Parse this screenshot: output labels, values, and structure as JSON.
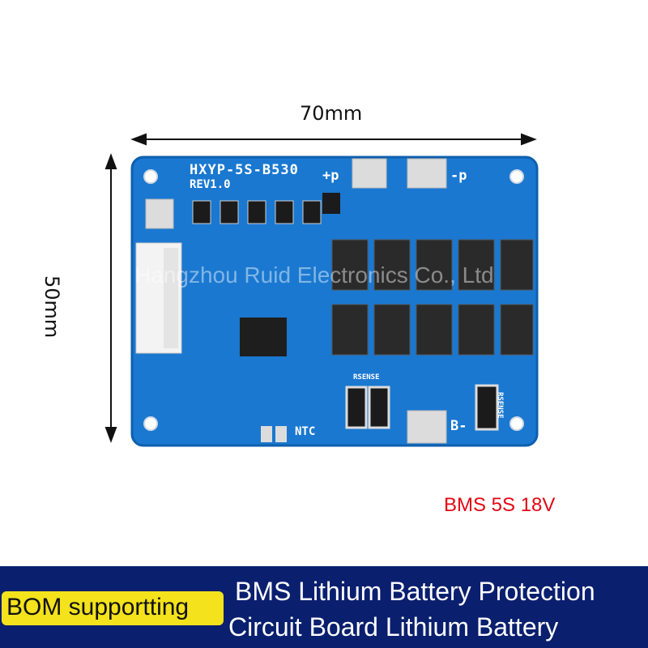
{
  "dimensions": {
    "width_label": "70mm",
    "height_label": "50mm"
  },
  "board": {
    "model": "HXYP-5S-B530",
    "revision": "REV1.0",
    "pad_p_plus": "+p",
    "pad_p_minus": "-p",
    "pad_b_minus": "B-",
    "ntc_label": "NTC",
    "rsense_left": "RSENSE",
    "rsense_right": "RSENSE",
    "colors": {
      "pcb": "#1a78d0",
      "pcb_edge": "#0f5fae",
      "pad": "#dcdcdc",
      "mosfet": "#2a2a2a"
    }
  },
  "watermark": "Hangzhou Ruid Electronics Co., Ltd",
  "product_tag": "BMS 5S 18V",
  "banner": {
    "badge_text": "BOM supportting",
    "title_line1": "BMS Lithium Battery Protection",
    "title_line2": "Circuit Board Lithium Battery",
    "colors": {
      "banner": "#0a1f6e",
      "badge": "#f4e21c"
    }
  }
}
